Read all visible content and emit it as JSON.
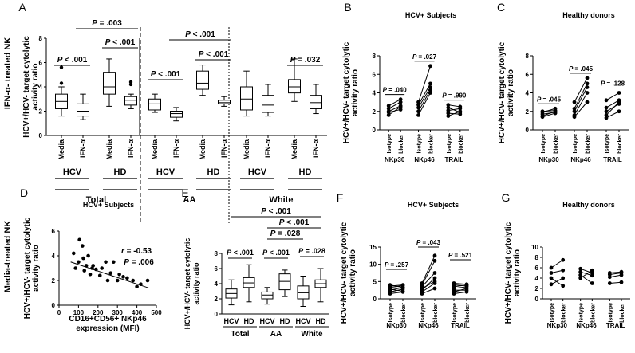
{
  "row_labels": {
    "top": "IFN-α- treated NK",
    "bottom": "Media-treated NK"
  },
  "panel_letters": [
    "A",
    "B",
    "C",
    "D",
    "E",
    "F",
    "G"
  ],
  "chart_data": [
    {
      "id": "A",
      "type": "box",
      "title": "",
      "ylabel": "HCV+/HCV- target cytolytic activity ratio",
      "ylim": [
        0,
        8
      ],
      "yticks": [
        0,
        2,
        4,
        6,
        8
      ],
      "groups": [
        {
          "name": "Total",
          "conditions": [
            "HCV",
            "HD"
          ],
          "categories": [
            "Media",
            "IFN-α",
            "Media",
            "IFN-α"
          ],
          "boxes": [
            {
              "min": 1.6,
              "q1": 2.2,
              "median": 2.8,
              "q3": 3.4,
              "max": 4.0,
              "outliers": [
                4.3,
                5.6
              ]
            },
            {
              "min": 1.3,
              "q1": 1.6,
              "median": 2.0,
              "q3": 2.6,
              "max": 3.4,
              "outliers": []
            },
            {
              "min": 2.4,
              "q1": 3.4,
              "median": 4.0,
              "q3": 5.2,
              "max": 6.3,
              "outliers": []
            },
            {
              "min": 2.2,
              "q1": 2.5,
              "median": 2.9,
              "q3": 3.2,
              "max": 3.4,
              "outliers": [
                4.2,
                4.4
              ]
            }
          ],
          "comparisons": [
            {
              "from": 0,
              "to": 1,
              "label": "P < .001"
            },
            {
              "from": 2,
              "to": 3,
              "label": "P < .001"
            },
            {
              "from": 1,
              "to": 3,
              "label": "P = .003"
            }
          ]
        },
        {
          "name": "AA",
          "conditions": [
            "HCV",
            "HD"
          ],
          "categories": [
            "Media",
            "IFN-α",
            "Media",
            "IFN-α"
          ],
          "boxes": [
            {
              "min": 1.9,
              "q1": 2.1,
              "median": 2.6,
              "q3": 3.0,
              "max": 3.4,
              "outliers": []
            },
            {
              "min": 1.2,
              "q1": 1.5,
              "median": 1.8,
              "q3": 2.0,
              "max": 2.3,
              "outliers": []
            },
            {
              "min": 3.3,
              "q1": 3.8,
              "median": 4.3,
              "q3": 5.3,
              "max": 5.8,
              "outliers": []
            },
            {
              "min": 2.4,
              "q1": 2.6,
              "median": 2.7,
              "q3": 2.9,
              "max": 3.2,
              "outliers": []
            }
          ],
          "comparisons": [
            {
              "from": 0,
              "to": 1,
              "label": "P < .001"
            },
            {
              "from": 2,
              "to": 3,
              "label": "P < .001"
            },
            {
              "from": 1,
              "to": 3,
              "label": "P < .001"
            }
          ]
        },
        {
          "name": "White",
          "conditions": [
            "HCV",
            "HD"
          ],
          "categories": [
            "Media",
            "IFN-α",
            "Media",
            "IFN-α"
          ],
          "boxes": [
            {
              "min": 1.6,
              "q1": 2.1,
              "median": 3.0,
              "q3": 4.0,
              "max": 5.3,
              "outliers": []
            },
            {
              "min": 1.6,
              "q1": 1.9,
              "median": 2.5,
              "q3": 3.3,
              "max": 4.2,
              "outliers": []
            },
            {
              "min": 2.8,
              "q1": 3.5,
              "median": 4.0,
              "q3": 4.6,
              "max": 6.3,
              "outliers": []
            },
            {
              "min": 1.8,
              "q1": 2.2,
              "median": 2.7,
              "q3": 3.3,
              "max": 4.2,
              "outliers": []
            }
          ],
          "comparisons": [
            {
              "from": 2,
              "to": 3,
              "label": "P = .032"
            }
          ]
        }
      ]
    },
    {
      "id": "B",
      "type": "paired",
      "title": "HCV+ Subjects",
      "ylabel": "HCV+/HCV- target cytolytic activity ratio",
      "ylim": [
        0,
        8
      ],
      "yticks": [
        0,
        2,
        4,
        6,
        8
      ],
      "pair_labels": [
        "Isotype",
        "blocker"
      ],
      "groups": [
        {
          "name": "NKp30",
          "pvalue": "P = .040",
          "pairs": [
            [
              1.6,
              2.5
            ],
            [
              1.9,
              2.2
            ],
            [
              2.0,
              2.6
            ],
            [
              2.3,
              3.0
            ],
            [
              2.6,
              3.3
            ]
          ]
        },
        {
          "name": "NKp46",
          "pvalue": "P = .027",
          "pairs": [
            [
              1.6,
              4.0
            ],
            [
              2.0,
              4.3
            ],
            [
              2.4,
              4.6
            ],
            [
              2.7,
              5.0
            ],
            [
              3.0,
              6.9
            ]
          ]
        },
        {
          "name": "TRAIL",
          "pvalue": "P = .990",
          "pairs": [
            [
              1.5,
              2.0
            ],
            [
              1.8,
              1.7
            ],
            [
              2.1,
              2.3
            ],
            [
              2.4,
              1.9
            ],
            [
              2.7,
              2.5
            ]
          ]
        }
      ]
    },
    {
      "id": "C",
      "type": "paired",
      "title": "Healthy donors",
      "ylabel": "HCV+/HCV- target cytolytic activity ratio",
      "ylim": [
        0,
        8
      ],
      "yticks": [
        0,
        2,
        4,
        6,
        8
      ],
      "pair_labels": [
        "Isotype",
        "blocker"
      ],
      "groups": [
        {
          "name": "NKp30",
          "pvalue": "P = .045",
          "pairs": [
            [
              1.4,
              1.8
            ],
            [
              1.5,
              2.0
            ],
            [
              1.7,
              1.9
            ],
            [
              1.9,
              2.3
            ],
            [
              2.0,
              2.1
            ]
          ]
        },
        {
          "name": "NKp46",
          "pvalue": "P = .045",
          "pairs": [
            [
              1.4,
              3.0
            ],
            [
              1.6,
              4.0
            ],
            [
              2.0,
              4.6
            ],
            [
              2.3,
              5.0
            ],
            [
              3.0,
              5.6
            ]
          ]
        },
        {
          "name": "TRAIL",
          "pvalue": "P = .128",
          "pairs": [
            [
              1.3,
              2.0
            ],
            [
              1.6,
              3.0
            ],
            [
              2.0,
              2.8
            ],
            [
              2.4,
              3.2
            ],
            [
              3.2,
              4.0
            ]
          ]
        }
      ]
    },
    {
      "id": "D",
      "type": "scatter",
      "title": "HCV+ Subjects",
      "xlabel": "CD16+CD56+ NKp46 expression (MFI)",
      "ylabel": "HCV+/HCV- target cytolytic activity ratio",
      "xlim": [
        0,
        500
      ],
      "ylim": [
        0,
        6
      ],
      "xticks": [
        0,
        100,
        200,
        300,
        400,
        500
      ],
      "yticks": [
        0,
        2,
        4,
        6
      ],
      "annotation": [
        "r = -0.53",
        "P = .006"
      ],
      "fit": {
        "x": [
          60,
          460
        ],
        "y": [
          3.5,
          1.4
        ]
      },
      "points": [
        [
          75,
          4.2
        ],
        [
          85,
          3.0
        ],
        [
          100,
          3.5
        ],
        [
          105,
          5.3
        ],
        [
          120,
          4.8
        ],
        [
          125,
          3.8
        ],
        [
          130,
          2.8
        ],
        [
          140,
          3.2
        ],
        [
          150,
          4.0
        ],
        [
          160,
          2.5
        ],
        [
          170,
          3.0
        ],
        [
          175,
          3.2
        ],
        [
          190,
          2.9
        ],
        [
          210,
          2.4
        ],
        [
          220,
          3.0
        ],
        [
          240,
          3.5
        ],
        [
          250,
          2.0
        ],
        [
          265,
          2.6
        ],
        [
          280,
          3.5
        ],
        [
          300,
          2.0
        ],
        [
          310,
          2.5
        ],
        [
          330,
          2.3
        ],
        [
          350,
          2.2
        ],
        [
          380,
          2.0
        ],
        [
          400,
          1.5
        ],
        [
          420,
          1.7
        ],
        [
          455,
          2.0
        ]
      ]
    },
    {
      "id": "E",
      "type": "box",
      "title": "",
      "ylabel": "HCV+/HCV- target cytolytic activity ratio",
      "ylim": [
        0,
        8
      ],
      "yticks": [
        0,
        2,
        4,
        6,
        8
      ],
      "groups": [
        {
          "name": "Total",
          "categories": [
            "HCV",
            "HD"
          ],
          "boxes": [
            {
              "min": 1.2,
              "q1": 2.1,
              "median": 2.7,
              "q3": 3.3,
              "max": 4.5,
              "outliers": []
            },
            {
              "min": 1.6,
              "q1": 3.5,
              "median": 4.1,
              "q3": 4.8,
              "max": 6.5,
              "outliers": []
            }
          ],
          "comparisons": [
            {
              "from": 0,
              "to": 1,
              "label": "P < .001"
            }
          ]
        },
        {
          "name": "AA",
          "categories": [
            "HCV",
            "HD"
          ],
          "boxes": [
            {
              "min": 1.3,
              "q1": 2.0,
              "median": 2.5,
              "q3": 2.9,
              "max": 3.5,
              "outliers": []
            },
            {
              "min": 2.3,
              "q1": 3.2,
              "median": 4.3,
              "q3": 5.3,
              "max": 5.8,
              "outliers": []
            }
          ],
          "comparisons": [
            {
              "from": 0,
              "to": 1,
              "label": "P < .001"
            }
          ]
        },
        {
          "name": "White",
          "categories": [
            "HCV",
            "HD"
          ],
          "boxes": [
            {
              "min": 1.0,
              "q1": 2.0,
              "median": 2.8,
              "q3": 3.7,
              "max": 5.0,
              "outliers": []
            },
            {
              "min": 1.6,
              "q1": 3.5,
              "median": 4.0,
              "q3": 4.5,
              "max": 6.0,
              "outliers": []
            }
          ],
          "comparisons": [
            {
              "from": 0,
              "to": 1,
              "label": "P = .028"
            }
          ]
        }
      ],
      "cross_comparisons": [
        {
          "from": [
            1,
            0
          ],
          "to": [
            2,
            0
          ],
          "label": "P = .028"
        },
        {
          "from": [
            1,
            0
          ],
          "to": [
            2,
            1
          ],
          "label": "P < .001"
        },
        {
          "from": [
            0,
            0
          ],
          "to": [
            2,
            1
          ],
          "label": "P < .001"
        }
      ]
    },
    {
      "id": "F",
      "type": "paired",
      "title": "HCV+ Subjects",
      "ylabel": "HCV+/HCV- target cytolytic activity ratio",
      "ylim": [
        0,
        15
      ],
      "yticks": [
        0,
        5,
        10,
        15
      ],
      "pair_labels": [
        "Isotype",
        "blocker"
      ],
      "groups": [
        {
          "name": "NKp30",
          "pvalue": "P = .257",
          "pairs": [
            [
              1.5,
              2.0
            ],
            [
              2.0,
              2.8
            ],
            [
              2.5,
              3.3
            ],
            [
              2.8,
              2.2
            ],
            [
              3.3,
              3.8
            ],
            [
              3.7,
              4.0
            ],
            [
              4.0,
              3.3
            ]
          ]
        },
        {
          "name": "NKp46",
          "pvalue": "P = .043",
          "pairs": [
            [
              1.5,
              3.0
            ],
            [
              2.0,
              4.5
            ],
            [
              2.5,
              6.0
            ],
            [
              3.0,
              5.0
            ],
            [
              3.5,
              7.5
            ],
            [
              4.0,
              11.0
            ],
            [
              4.5,
              12.5
            ]
          ]
        },
        {
          "name": "TRAIL",
          "pvalue": "P = .521",
          "pairs": [
            [
              1.5,
              2.0
            ],
            [
              2.0,
              3.0
            ],
            [
              2.5,
              2.5
            ],
            [
              3.0,
              3.5
            ],
            [
              3.5,
              4.0
            ],
            [
              4.0,
              3.8
            ],
            [
              4.5,
              4.2
            ]
          ]
        }
      ]
    },
    {
      "id": "G",
      "type": "paired",
      "title": "Healthy donors",
      "ylabel": "HCV+/HCV- target cytolytic activity ratio",
      "ylim": [
        0,
        10
      ],
      "yticks": [
        0,
        2,
        4,
        6,
        8,
        10
      ],
      "pair_labels": [
        "Isotype",
        "blocker"
      ],
      "groups": [
        {
          "name": "NKp30",
          "pvalue": "",
          "pairs": [
            [
              2.8,
              4.0
            ],
            [
              4.0,
              2.5
            ],
            [
              5.0,
              5.5
            ],
            [
              6.0,
              7.5
            ]
          ]
        },
        {
          "name": "NKp46",
          "pvalue": "",
          "pairs": [
            [
              4.0,
              5.5
            ],
            [
              4.6,
              3.0
            ],
            [
              5.2,
              4.5
            ],
            [
              5.8,
              5.0
            ]
          ]
        },
        {
          "name": "TRAIL",
          "pvalue": "",
          "pairs": [
            [
              3.0,
              3.2
            ],
            [
              4.2,
              4.6
            ],
            [
              4.7,
              5.0
            ],
            [
              5.0,
              5.2
            ]
          ]
        }
      ]
    }
  ]
}
